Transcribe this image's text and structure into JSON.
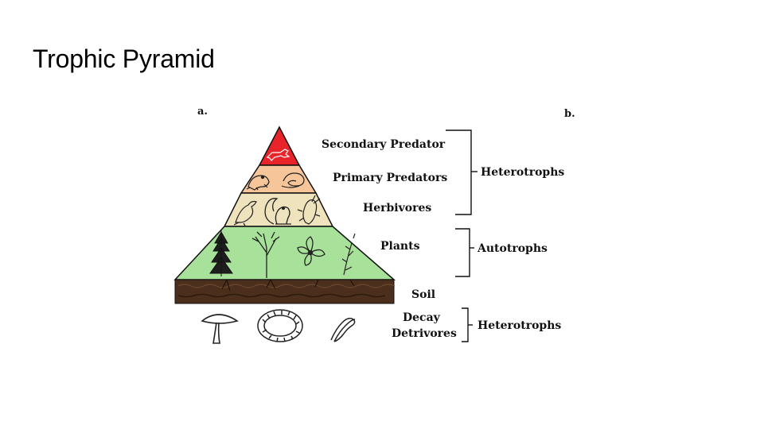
{
  "title": "Trophic Pyramid",
  "panels": {
    "left": "a.",
    "right": "b."
  },
  "levels": {
    "secondary_predator": "Secondary Predator",
    "primary_predators": "Primary Predators",
    "herbivores": "Herbivores",
    "plants": "Plants",
    "soil": "Soil",
    "decay": "Decay",
    "detrivores": "Detrivores"
  },
  "groups": {
    "top": "Heterotrophs",
    "middle": "Autotrophs",
    "bottom": "Heterotrophs"
  },
  "colors": {
    "secondary_predator": "#e8242a",
    "primary_predators": "#f6c59a",
    "herbivores": "#efe3bd",
    "plants": "#a8e29a",
    "soil": "#4b2e1c"
  },
  "icons": {
    "secondary_predator": [
      "fox-icon"
    ],
    "primary_predators": [
      "frog-icon",
      "snake-icon"
    ],
    "herbivores": [
      "bird-icon",
      "squirrel-icon",
      "beetle-icon"
    ],
    "plants": [
      "pine-tree-icon",
      "tree-icon",
      "flower-icon",
      "herb-icon"
    ],
    "decomposers": [
      "mushroom-icon",
      "pillbug-icon",
      "worm-icon"
    ]
  }
}
